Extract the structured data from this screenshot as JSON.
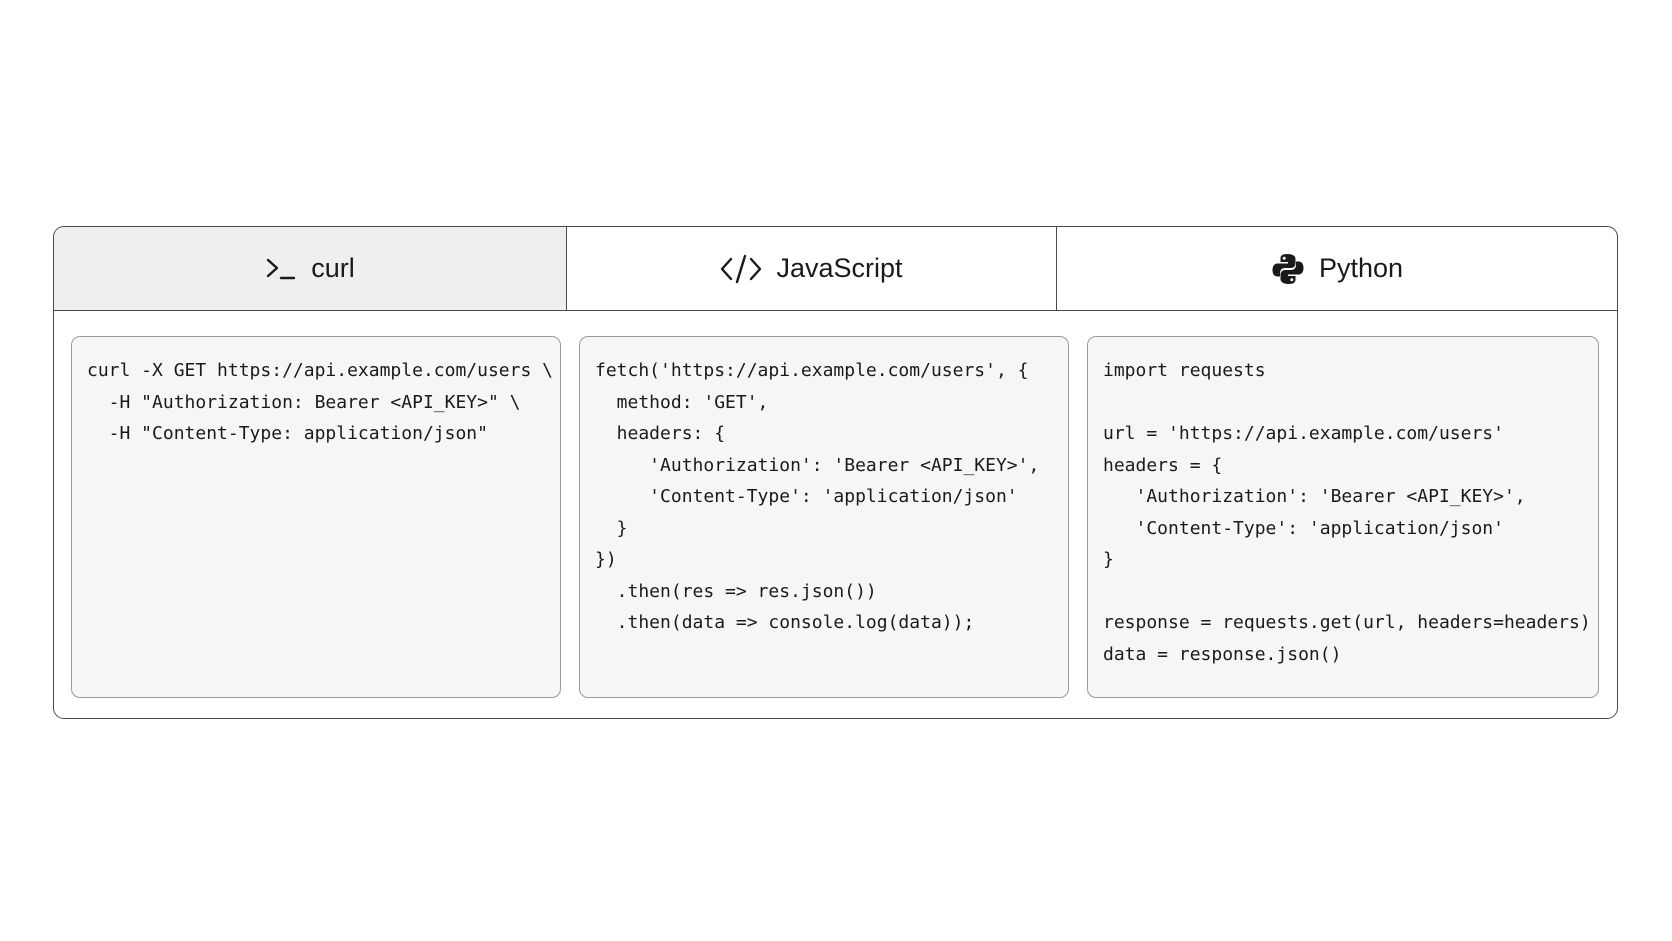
{
  "tabs": [
    {
      "label": "curl",
      "icon": "terminal-icon",
      "active": true
    },
    {
      "label": "JavaScript",
      "icon": "code-icon",
      "active": false
    },
    {
      "label": "Python",
      "icon": "python-icon",
      "active": false
    }
  ],
  "panels": {
    "curl": {
      "lines": [
        "curl -X GET https://api.example.com/users \\",
        "  -H \"Authorization: Bearer <API_KEY>\" \\",
        "  -H \"Content-Type: application/json\""
      ]
    },
    "javascript": {
      "lines": [
        "fetch('https://api.example.com/users', {",
        "  method: 'GET',",
        "  headers: {",
        "     'Authorization': 'Bearer <API_KEY>',",
        "     'Content-Type': 'application/json'",
        "  }",
        "})",
        "  .then(res => res.json())",
        "  .then(data => console.log(data));"
      ]
    },
    "python": {
      "lines": [
        "import requests",
        "",
        "url = 'https://api.example.com/users'",
        "headers = {",
        "   'Authorization': 'Bearer <API_KEY>',",
        "   'Content-Type': 'application/json'",
        "}",
        "",
        "response = requests.get(url, headers=headers)",
        "data = response.json()"
      ]
    }
  },
  "colors": {
    "active_tab_bg": "#efefef",
    "border": "#4a4a4a",
    "code_bg": "#f6f6f6"
  }
}
